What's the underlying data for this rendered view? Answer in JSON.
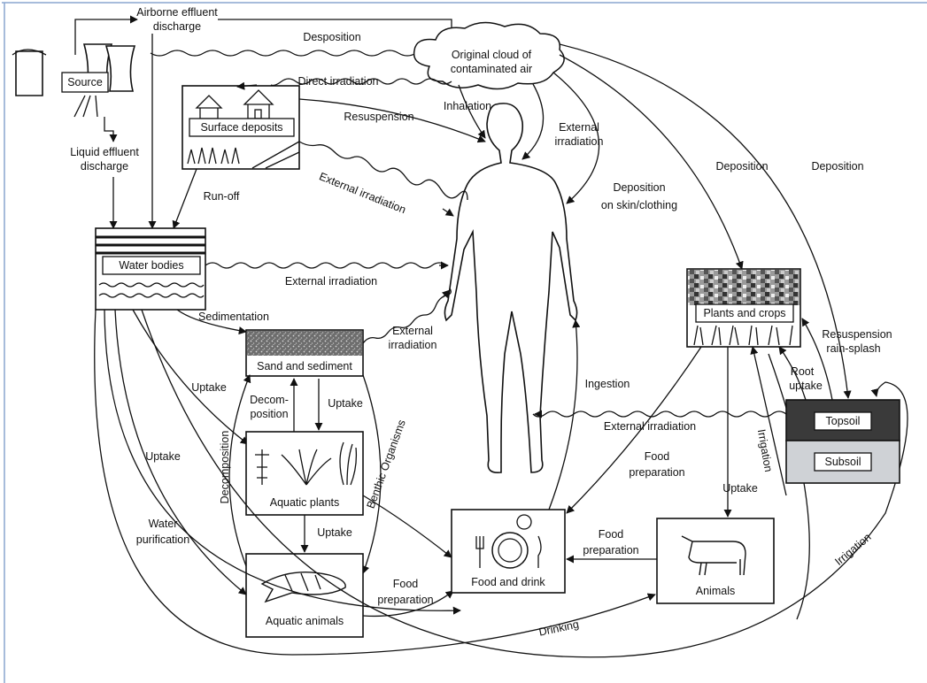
{
  "diagram": {
    "nodes": {
      "source": "Source",
      "cloud_line1": "Original cloud of",
      "cloud_line2": "contaminated air",
      "surface_deposits": "Surface deposits",
      "water_bodies": "Water bodies",
      "sand_sediment": "Sand and sediment",
      "aquatic_plants": "Aquatic plants",
      "aquatic_animals": "Aquatic animals",
      "food_drink": "Food and drink",
      "animals": "Animals",
      "plants_crops": "Plants and crops",
      "topsoil": "Topsoil",
      "subsoil": "Subsoil"
    },
    "edges": {
      "airborne_1": "Airborne effluent",
      "airborne_2": "discharge",
      "desposition": "Desposition",
      "direct_irradiation": "Direct irradiation",
      "inhalation": "Inhalation",
      "resuspension": "Resuspension",
      "external_irr_cloud_1": "External",
      "external_irr_cloud_2": "irradiation",
      "liquid_1": "Liquid effluent",
      "liquid_2": "discharge",
      "run_off": "Run-off",
      "external_irr_surface": "External irradiation",
      "deposition_skin_1": "Deposition",
      "deposition_skin_2": "on skin/clothing",
      "deposition_plants": "Deposition",
      "deposition_soil": "Deposition",
      "external_irr_water": "External irradiation",
      "sedimentation": "Sedimentation",
      "external_irr_sand_1": "External",
      "external_irr_sand_2": "irradiation",
      "uptake_sediment": "Uptake",
      "decomp_1": "Decom-",
      "decomp_2": "position",
      "uptake_plants": "Uptake",
      "decomposition": "Decomposition",
      "benthic": "Benthic Organisms",
      "uptake_water": "Uptake",
      "water_purif_1": "Water",
      "water_purif_2": "purification",
      "uptake_animals_fish": "Uptake",
      "ingestion": "Ingestion",
      "food_prep_crops_1": "Food",
      "food_prep_crops_2": "preparation",
      "food_prep_animals_1": "Food",
      "food_prep_animals_2": "preparation",
      "food_prep_fish_1": "Food",
      "food_prep_fish_2": "preparation",
      "external_irr_soil": "External irradiation",
      "resusp_rain_1": "Resuspension",
      "resusp_rain_2": "rain-splash",
      "root_1": "Root",
      "root_2": "uptake",
      "irrigation_1": "Irrigation",
      "irrigation_2": "Irrigation",
      "uptake_crops_animals": "Uptake",
      "drinking": "Drinking"
    }
  }
}
